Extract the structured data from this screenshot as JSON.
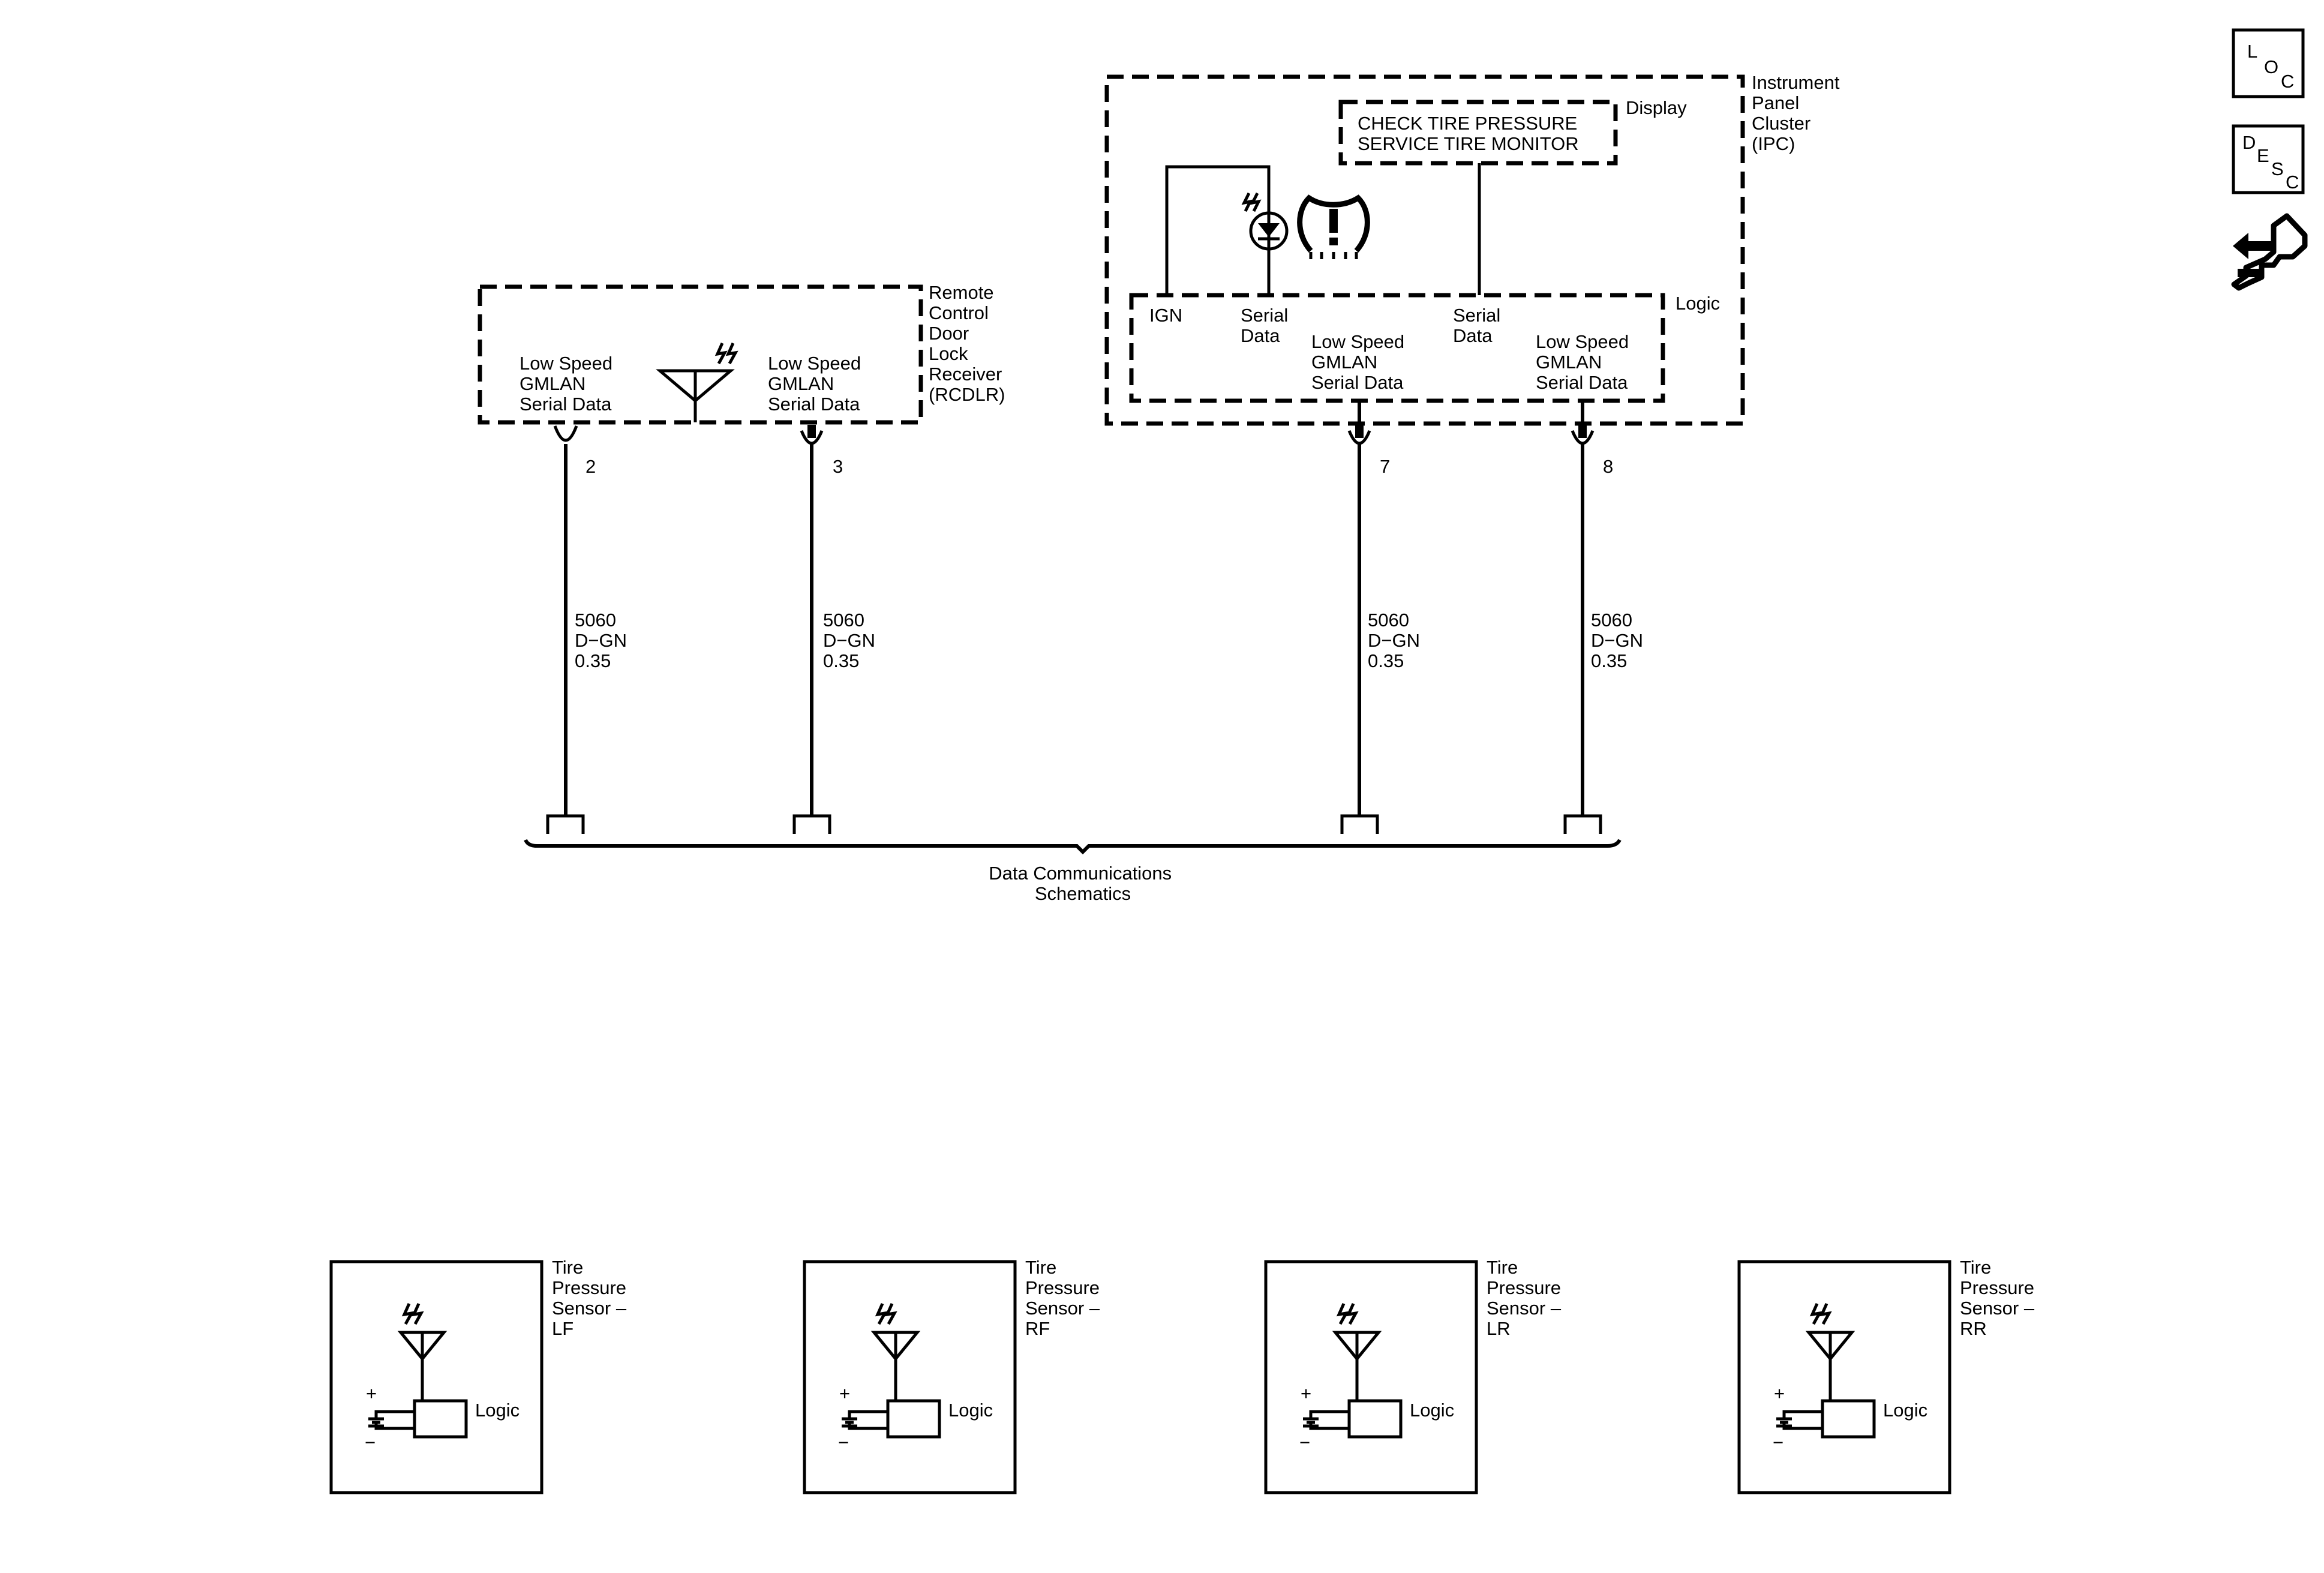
{
  "rcdlr": {
    "label": [
      "Remote",
      "Control",
      "Door",
      "Lock",
      "Receiver",
      "(RCDLR)"
    ],
    "pin_left_label": [
      "Low Speed",
      "GMLAN",
      "Serial Data"
    ],
    "pin_right_label": [
      "Low Speed",
      "GMLAN",
      "Serial Data"
    ]
  },
  "ipc": {
    "label": [
      "Instrument",
      "Panel",
      "Cluster",
      "(IPC)"
    ],
    "display_label": "Display",
    "display_text": [
      "CHECK TIRE PRESSURE",
      "SERVICE TIRE MONITOR"
    ],
    "logic_label": "Logic",
    "ign_label": "IGN",
    "serial_data_1": [
      "Serial",
      "Data"
    ],
    "serial_data_2": [
      "Serial",
      "Data"
    ],
    "gmlan_left": [
      "Low Speed",
      "GMLAN",
      "Serial Data"
    ],
    "gmlan_right": [
      "Low Speed",
      "GMLAN",
      "Serial Data"
    ]
  },
  "wires": [
    {
      "pin": "2",
      "circuit": "5060",
      "color": "D−GN",
      "gauge": "0.35"
    },
    {
      "pin": "3",
      "circuit": "5060",
      "color": "D−GN",
      "gauge": "0.35"
    },
    {
      "pin": "7",
      "circuit": "5060",
      "color": "D−GN",
      "gauge": "0.35"
    },
    {
      "pin": "8",
      "circuit": "5060",
      "color": "D−GN",
      "gauge": "0.35"
    }
  ],
  "bus_label": [
    "Data Communications",
    "Schematics"
  ],
  "sensors": [
    {
      "label": [
        "Tire",
        "Pressure",
        "Sensor –",
        "LF"
      ],
      "logic": "Logic",
      "plus": "+",
      "minus": "−"
    },
    {
      "label": [
        "Tire",
        "Pressure",
        "Sensor –",
        "RF"
      ],
      "logic": "Logic",
      "plus": "+",
      "minus": "−"
    },
    {
      "label": [
        "Tire",
        "Pressure",
        "Sensor –",
        "LR"
      ],
      "logic": "Logic",
      "plus": "+",
      "minus": "−"
    },
    {
      "label": [
        "Tire",
        "Pressure",
        "Sensor –",
        "RR"
      ],
      "logic": "Logic",
      "plus": "+",
      "minus": "−"
    }
  ],
  "side_icons": {
    "loc": [
      "L",
      "O",
      "C"
    ],
    "desc": [
      "D",
      "E",
      "S",
      "C"
    ],
    "connector_icon": "connector-hand-icon"
  }
}
